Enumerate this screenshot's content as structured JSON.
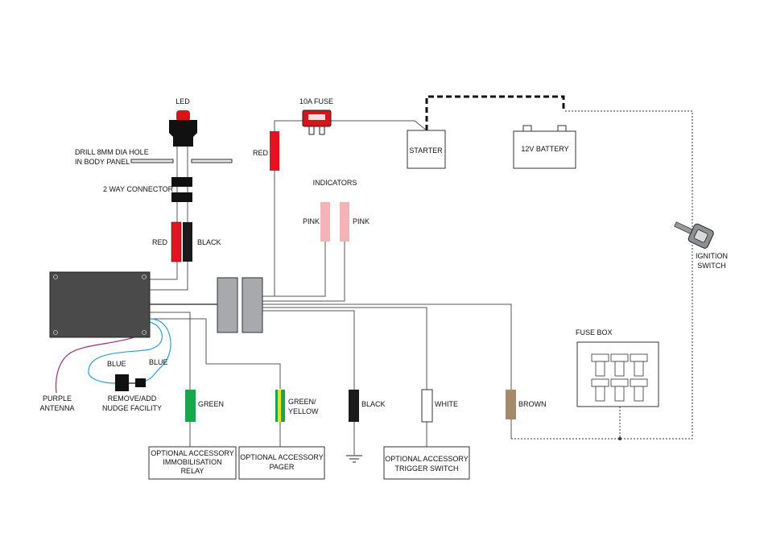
{
  "labels": {
    "led": "LED",
    "drill_line1": "DRILL 8MM DIA HOLE",
    "drill_line2": "IN BODY PANEL",
    "connector": "2 WAY CONNECTOR",
    "red_left": "RED",
    "black_left": "BLACK",
    "fuse": "10A FUSE",
    "red_fuse": "RED",
    "starter": "STARTER",
    "battery": "12V BATTERY",
    "indicators": "INDICATORS",
    "pink1": "PINK",
    "pink2": "PINK",
    "ignition_line1": "IGNITION",
    "ignition_line2": "SWITCH",
    "fuse_box": "FUSE BOX",
    "blue1": "BLUE",
    "blue2": "BLUE",
    "purple_line1": "PURPLE",
    "purple_line2": "ANTENNA",
    "nudge_line1": "REMOVE/ADD",
    "nudge_line2": "NUDGE FACILITY",
    "green": "GREEN",
    "green_yellow_line1": "GREEN/",
    "green_yellow_line2": "YELLOW",
    "black": "BLACK",
    "white": "WHITE",
    "brown": "BROWN",
    "relay_line1": "OPTIONAL ACCESSORY",
    "relay_line2": "IMMOBILISATION",
    "relay_line3": "RELAY",
    "pager_line1": "OPTIONAL ACCESSORY",
    "pager_line2": "PAGER",
    "trigger_line1": "OPTIONAL ACCESSORY",
    "trigger_line2": "TRIGGER SWITCH"
  },
  "colors": {
    "red_wire": "#e3141f",
    "black_wire": "#1a1a1a",
    "pink_wire": "#f4b3b7",
    "green_wire": "#1aa64a",
    "yellow_stripe": "#f2e200",
    "brown_wire": "#a48a6a",
    "blue_wire": "#2aa0d6",
    "purple_wire": "#9a2a7a",
    "module": "#4a4a4a",
    "connector_block": "#a7a9ac"
  }
}
